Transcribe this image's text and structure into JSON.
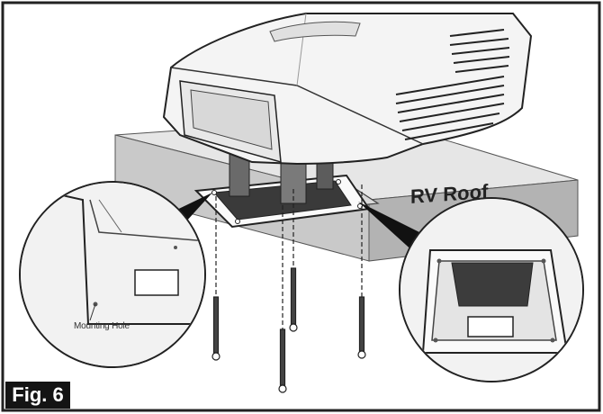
{
  "figure": {
    "fig_label": "Fig. 6",
    "roof_label": "RV Roof",
    "mounting_hole_label": "Mounting Hole"
  },
  "colors": {
    "roof_top": "#e6e6e6",
    "roof_front": "#c8c8c8",
    "roof_side": "#b2b2b2",
    "fig_badge": "#141414",
    "unit_body": "#f4f4f4",
    "line": "#222222"
  }
}
